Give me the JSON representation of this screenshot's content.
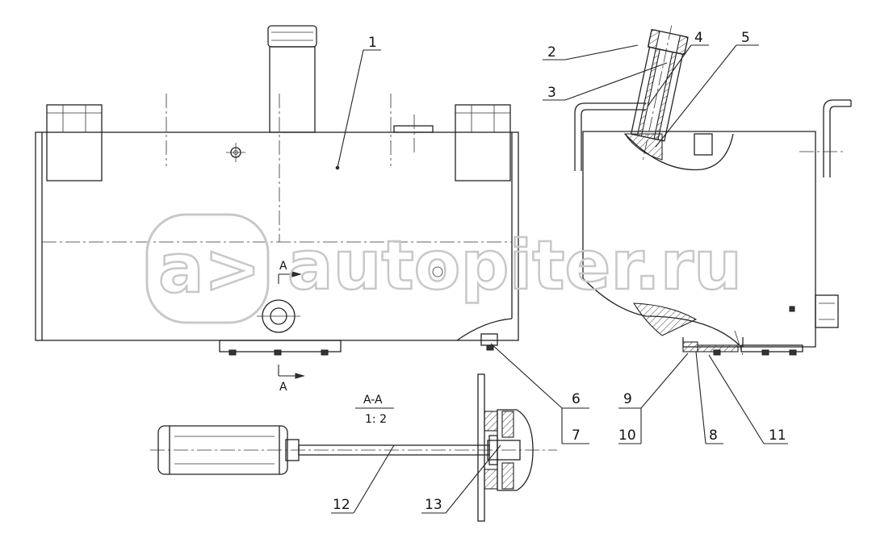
{
  "callouts": {
    "c1": "1",
    "c2": "2",
    "c3": "3",
    "c4": "4",
    "c5": "5",
    "c6": "6",
    "c7": "7",
    "c8": "8",
    "c9": "9",
    "c10": "10",
    "c11": "11",
    "c12": "12",
    "c13": "13"
  },
  "section": {
    "marker_top": "A",
    "marker_bottom": "A",
    "title": "A-A",
    "scale": "1: 2"
  },
  "watermark": {
    "logo_text": "a>",
    "site": "autopiter.ru"
  }
}
